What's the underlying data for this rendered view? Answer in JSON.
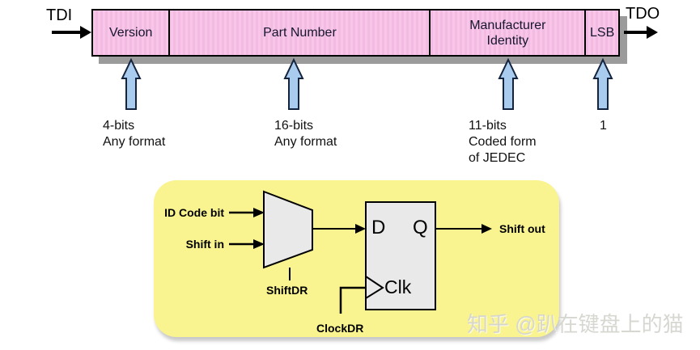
{
  "top_diagram": {
    "tdi_label": "TDI",
    "tdo_label": "TDO",
    "fields": [
      {
        "label": "Version",
        "desc": [
          "4-bits",
          "Any format"
        ]
      },
      {
        "label": "Part Number",
        "desc": [
          "16-bits",
          "Any format"
        ]
      },
      {
        "label": "Manufacturer Identity",
        "desc": [
          "11-bits",
          "Coded form",
          "of JEDEC"
        ]
      },
      {
        "label": "LSB",
        "desc": [
          "1"
        ]
      }
    ]
  },
  "circuit": {
    "input1": "ID Code bit",
    "input2": "Shift in",
    "mux_select_label": "ShiftDR",
    "clock_label": "ClockDR",
    "flipflop": {
      "d": "D",
      "q": "Q",
      "clk": "Clk"
    },
    "output": "Shift out"
  },
  "watermark": "知乎 @趴在键盘上的猫",
  "colors": {
    "register_fill": "#f9c6e9",
    "register_shadow": "#9b9b9b",
    "bit_arrow_fill": "#a9cbee",
    "bit_arrow_stroke": "#15243e",
    "panel_fill": "#f9f48f",
    "component_fill": "#e9e9e9",
    "line_color": "#000000"
  }
}
